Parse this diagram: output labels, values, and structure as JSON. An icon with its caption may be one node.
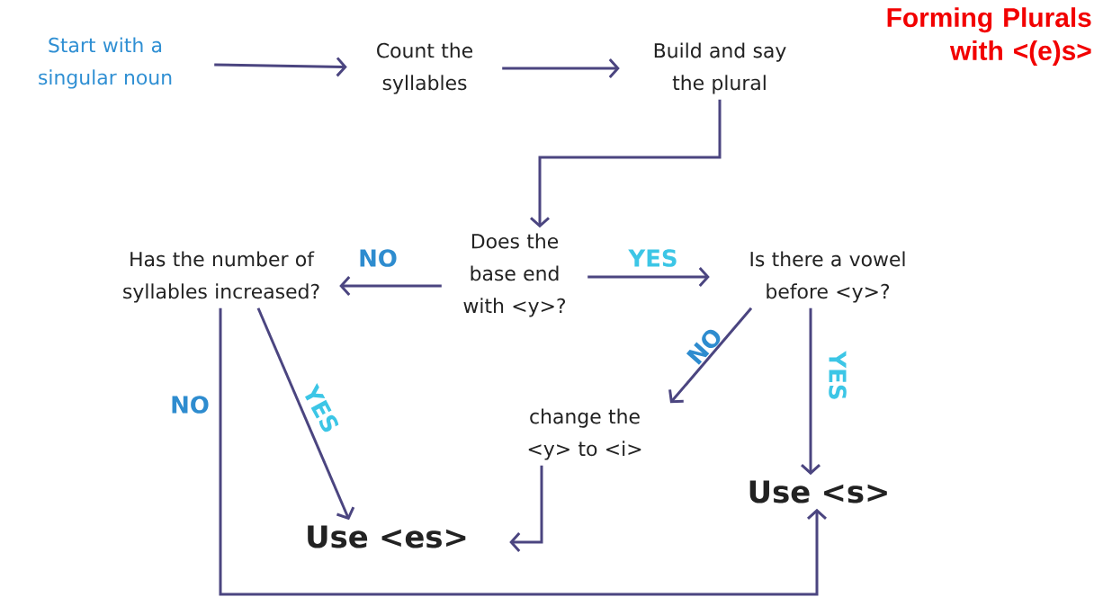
{
  "diagram": {
    "title": "Forming Plurals with <(e)s>",
    "nodes": [
      {
        "text": [
          "Start with a singular noun"
        ]
      },
      {
        "text": [
          "Count the syllables"
        ]
      },
      {
        "text": [
          "Build and say the plural"
        ]
      },
      {
        "text": [
          "Does the base end with <y>?"
        ]
      },
      {
        "text": [
          "Has the number of syllables increased?"
        ]
      },
      {
        "text": [
          "Is there a vowel before <y>?"
        ]
      },
      {
        "text": [
          "change the <y> to <i>"
        ]
      },
      {
        "text": [
          "Use <es>"
        ]
      },
      {
        "text": [
          "Use <s>"
        ]
      }
    ],
    "edges": [
      {
        "from": 0,
        "to": 1,
        "arrow": "to"
      },
      {
        "from": 1,
        "to": 2,
        "arrow": "to"
      },
      {
        "from": 2,
        "to": 3,
        "arrow": "to"
      },
      {
        "from": 3,
        "to": 4,
        "arrow": "to",
        "label": "NO"
      },
      {
        "from": 3,
        "to": 5,
        "arrow": "to",
        "label": "YES"
      },
      {
        "from": 5,
        "to": 6,
        "arrow": "to",
        "label": "NO"
      },
      {
        "from": 5,
        "to": 8,
        "arrow": "to",
        "label": "YES"
      },
      {
        "from": 4,
        "to": 7,
        "arrow": "to",
        "label": "YES"
      },
      {
        "from": 4,
        "to": 8,
        "arrow": "to",
        "label": "NO"
      },
      {
        "from": 6,
        "to": 7,
        "arrow": "to"
      }
    ]
  }
}
